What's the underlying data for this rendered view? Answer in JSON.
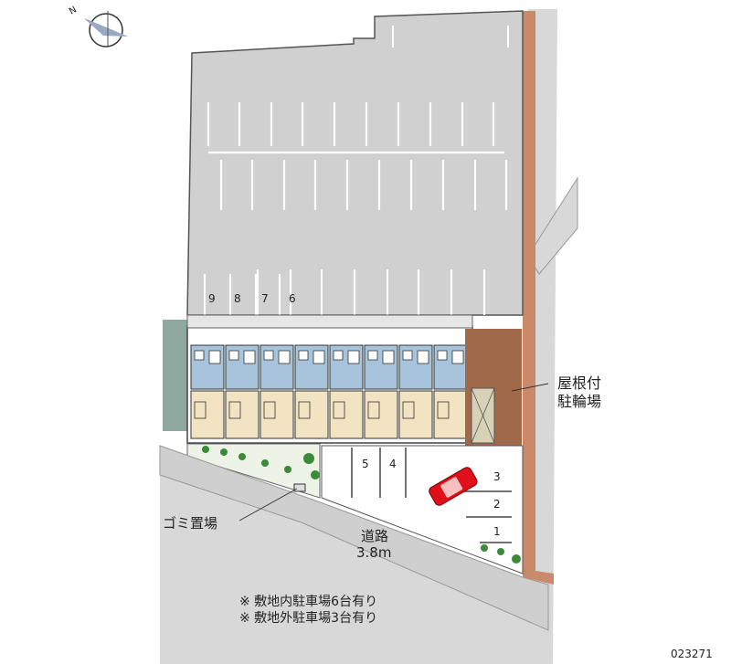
{
  "parking_lot_numbers": [
    "9",
    "8",
    "7",
    "6"
  ],
  "street_parking_numbers": [
    "5",
    "4"
  ],
  "offsite_parking_numbers": [
    "3",
    "2",
    "1"
  ],
  "labels": {
    "bike_shed_line1": "屋根付",
    "bike_shed_line2": "駐輪場",
    "garbage": "ゴミ置場",
    "road_name": "道路",
    "road_width": "3.8m"
  },
  "notes": [
    "※ 敷地内駐車場6台有り",
    "※ 敷地外駐車場3台有り"
  ],
  "listing_id": "023271",
  "colors": {
    "lot_fill": "#d0d0d0",
    "road_fill": "#d8d8d8",
    "boundary": "#c98a6a",
    "wet_area": "#a8c4dc",
    "living_area": "#f2e3c2",
    "bike_shed": "#a06a4a",
    "car": "#e0101a",
    "green": "#3a8a3a",
    "shadow": "#8fa8a0"
  },
  "icons": {
    "compass": "compass-icon",
    "car": "car-icon"
  }
}
